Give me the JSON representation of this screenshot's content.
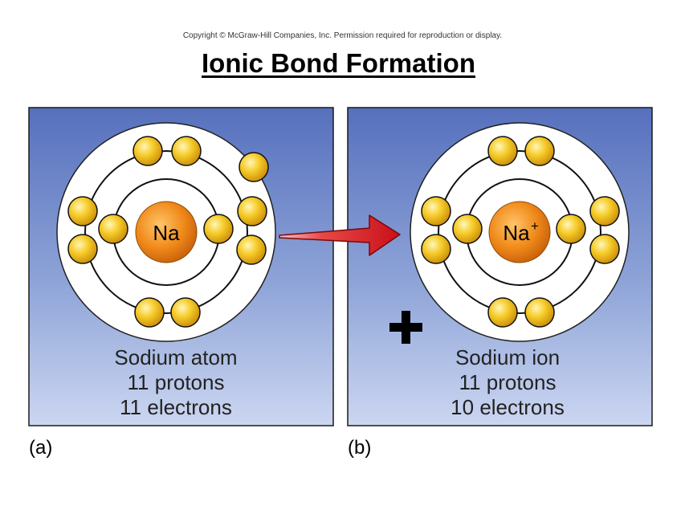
{
  "copyright": "Copyright © McGraw-Hill Companies, Inc. Permission required for reproduction or display.",
  "title": "Ionic Bond Formation",
  "colors": {
    "panel_top": "#5a78c0",
    "panel_bottom": "#c8d4f0",
    "electron": "#f2c21a",
    "nucleus": "#f08a1a",
    "arrow": "#d8141c",
    "shell": "#111111"
  },
  "panels": [
    {
      "nucleus_label": "Na",
      "nucleus_superscript": "",
      "caption": [
        "Sodium atom",
        "11 protons",
        "11 electrons"
      ],
      "label": "(a)"
    },
    {
      "nucleus_label": "Na",
      "nucleus_superscript": "+",
      "caption": [
        "Sodium ion",
        "11 protons",
        "10 electrons"
      ],
      "label": "(b)"
    }
  ],
  "plus_sign": "+"
}
